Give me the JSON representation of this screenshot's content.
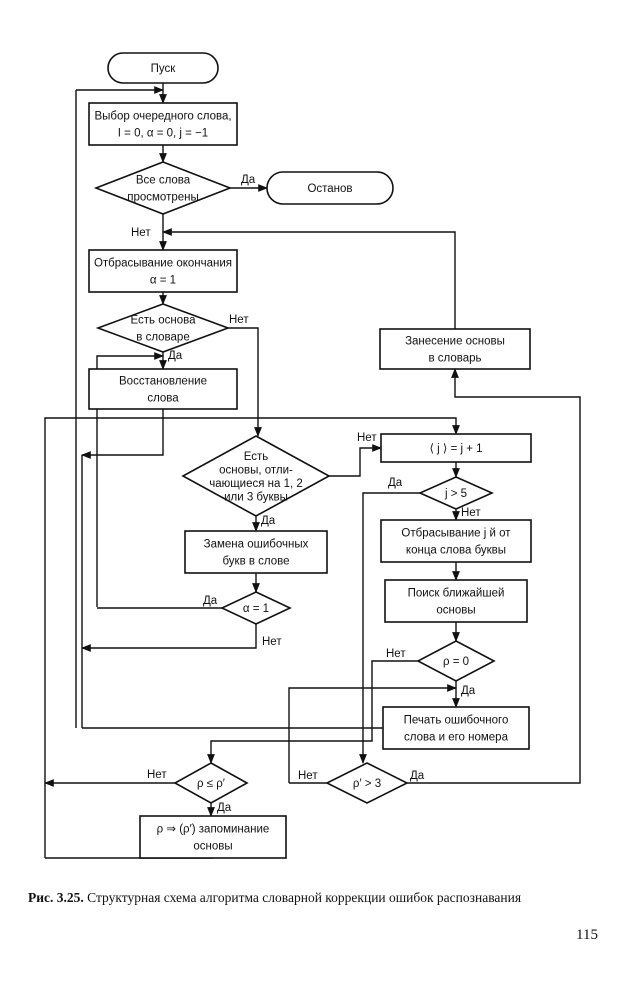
{
  "figure": {
    "caption_prefix": "Рис. 3.25.",
    "caption_text": "Структурная схема алгоритма словарной коррекции ошибок распознавания",
    "page_number": "115"
  },
  "nodes": {
    "start": {
      "type": "terminal",
      "lines": [
        "Пуск"
      ]
    },
    "select_word": {
      "type": "process",
      "lines": [
        "Выбор очередного слова,",
        "I = 0, α = 0, j = −1"
      ]
    },
    "all_viewed": {
      "type": "decision",
      "lines": [
        "Все слова",
        "просмотрены"
      ]
    },
    "stop": {
      "type": "terminal",
      "lines": [
        "Останов"
      ]
    },
    "drop_ending": {
      "type": "process",
      "lines": [
        "Отбрасывание окончания",
        "α = 1"
      ]
    },
    "stem_in_dict": {
      "type": "decision",
      "lines": [
        "Есть основа",
        "в словаре"
      ]
    },
    "restore_word": {
      "type": "process",
      "lines": [
        "Восстановление",
        "слова"
      ]
    },
    "stems_differ": {
      "type": "decision",
      "lines": [
        "Есть",
        "основы, отли-",
        "чающиеся на 1, 2",
        "или 3 буквы"
      ]
    },
    "replace_letters": {
      "type": "process",
      "lines": [
        "Замена ошибочных",
        "букв в слове"
      ]
    },
    "alpha_eq_1": {
      "type": "decision",
      "lines": [
        "α = 1"
      ]
    },
    "add_to_dict": {
      "type": "process",
      "lines": [
        "Занесение основы",
        "в словарь"
      ]
    },
    "j_increment": {
      "type": "process",
      "lines": [
        "⟨ j ⟩ = j + 1"
      ]
    },
    "j_gt_5": {
      "type": "decision",
      "lines": [
        "j > 5"
      ]
    },
    "drop_j_letters": {
      "type": "process",
      "lines": [
        "Отбрасывание j й от",
        "конца слова буквы"
      ]
    },
    "find_nearest": {
      "type": "process",
      "lines": [
        "Поиск ближайшей",
        "основы"
      ]
    },
    "rho_eq_0": {
      "type": "decision",
      "lines": [
        "ρ = 0"
      ]
    },
    "print_error": {
      "type": "process",
      "lines": [
        "Печать ошибочного",
        "слова и его номера"
      ]
    },
    "rho_le_rho1": {
      "type": "decision",
      "lines": [
        "ρ ≤ ρ′"
      ]
    },
    "rho1_gt_3": {
      "type": "decision",
      "lines": [
        "ρ′ > 3"
      ]
    },
    "remember_stem": {
      "type": "process",
      "lines": [
        "ρ ⇒ (ρ′)  запоминание",
        "основы"
      ]
    }
  },
  "edge_labels": {
    "yes": "Да",
    "no": "Нет"
  }
}
